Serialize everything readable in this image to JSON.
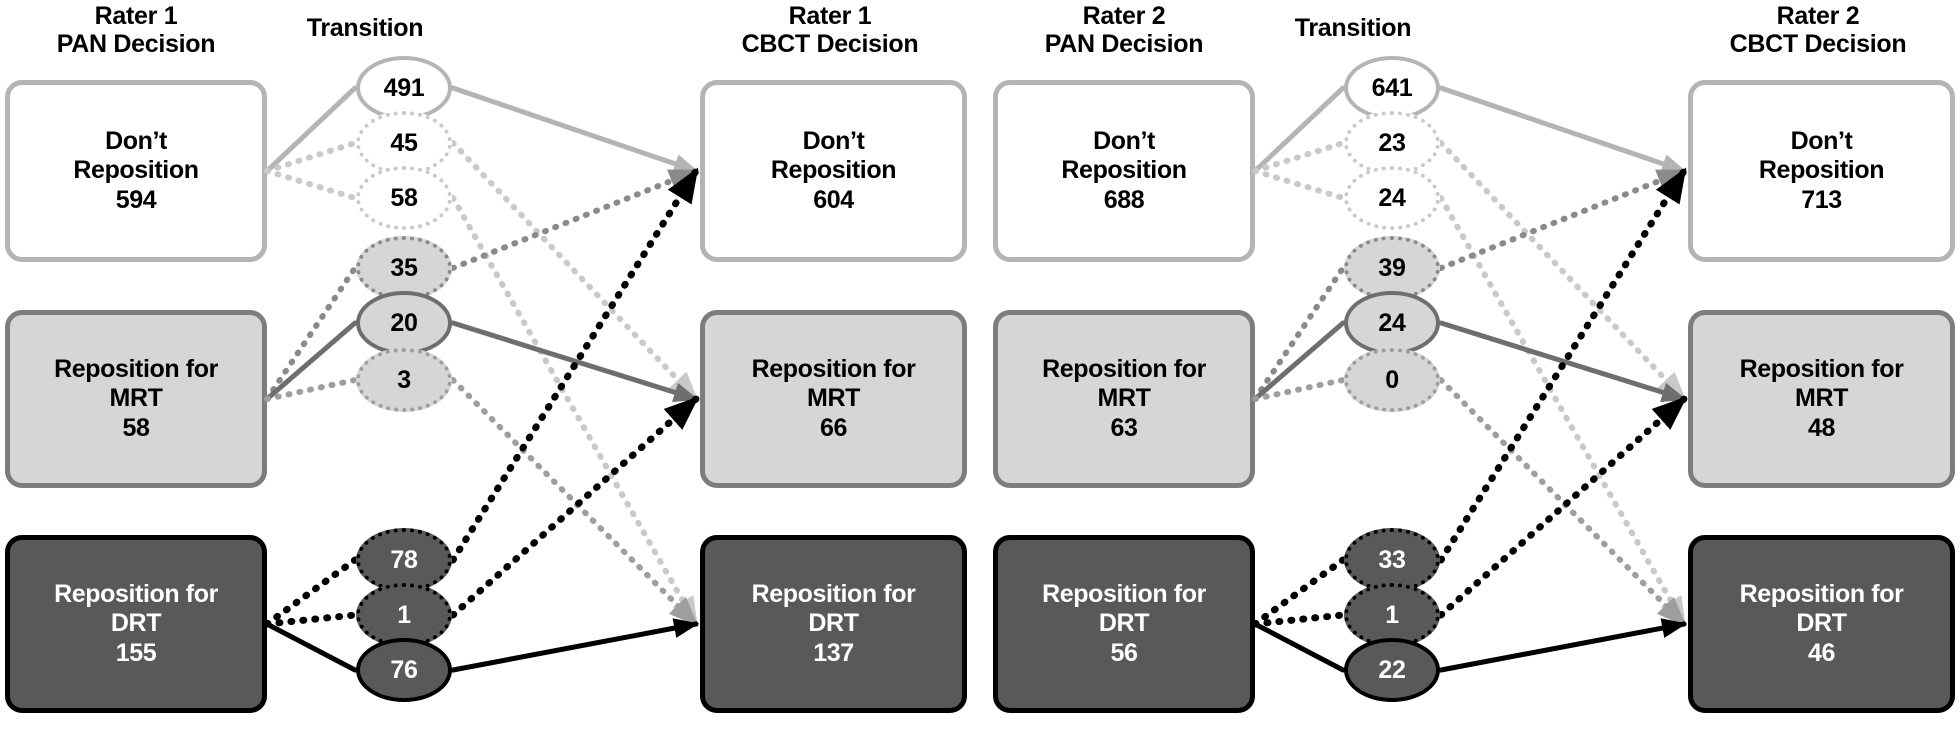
{
  "colors": {
    "light_gray_border": "#b4b4b4",
    "light_dotted": "#c9c9c9",
    "mid_gray_fill": "#d6d6d6",
    "mid_gray_border": "#6e6e6e",
    "dark_fill": "#595959",
    "black": "#000000",
    "white": "#ffffff"
  },
  "chart_data": {
    "type": "diagram",
    "title": "Rater PAN to CBCT decision transition diagram",
    "panels": [
      {
        "id": "rater1",
        "source_header": "Rater 1\nPAN Decision",
        "middle_header": "Transition",
        "target_header": "Rater 1\nCBCT Decision",
        "source_nodes": [
          {
            "label1": "Don’t",
            "label2": "Reposition",
            "count": "594",
            "style": "dontrep"
          },
          {
            "label1": "Reposition for",
            "label2": "MRT",
            "count": "58",
            "style": "mrt"
          },
          {
            "label1": "Reposition for",
            "label2": "DRT",
            "count": "155",
            "style": "drt"
          }
        ],
        "target_nodes": [
          {
            "label1": "Don’t",
            "label2": "Reposition",
            "count": "604",
            "style": "dontrep"
          },
          {
            "label1": "Reposition for",
            "label2": "MRT",
            "count": "66",
            "style": "mrt"
          },
          {
            "label1": "Reposition for",
            "label2": "DRT",
            "count": "137",
            "style": "drt"
          }
        ],
        "transitions": [
          {
            "value": "491",
            "from": 0,
            "to": 0,
            "style": "e-solid-light"
          },
          {
            "value": "45",
            "from": 0,
            "to": 1,
            "style": "e-dot-light"
          },
          {
            "value": "58",
            "from": 0,
            "to": 2,
            "style": "e-dot-light"
          },
          {
            "value": "35",
            "from": 1,
            "to": 0,
            "style": "e-dot-mid"
          },
          {
            "value": "20",
            "from": 1,
            "to": 1,
            "style": "e-solid-mid"
          },
          {
            "value": "3",
            "from": 1,
            "to": 2,
            "style": "e-dot-midl"
          },
          {
            "value": "78",
            "from": 2,
            "to": 0,
            "style": "e-dot-dark"
          },
          {
            "value": "1",
            "from": 2,
            "to": 1,
            "style": "e-dot-dark"
          },
          {
            "value": "76",
            "from": 2,
            "to": 2,
            "style": "e-solid-dark"
          }
        ]
      },
      {
        "id": "rater2",
        "source_header": "Rater 2\nPAN Decision",
        "middle_header": "Transition",
        "target_header": "Rater 2\nCBCT Decision",
        "source_nodes": [
          {
            "label1": "Don’t",
            "label2": "Reposition",
            "count": "688",
            "style": "dontrep"
          },
          {
            "label1": "Reposition for",
            "label2": "MRT",
            "count": "63",
            "style": "mrt"
          },
          {
            "label1": "Reposition for",
            "label2": "DRT",
            "count": "56",
            "style": "drt"
          }
        ],
        "target_nodes": [
          {
            "label1": "Don’t",
            "label2": "Reposition",
            "count": "713",
            "style": "dontrep"
          },
          {
            "label1": "Reposition for",
            "label2": "MRT",
            "count": "48",
            "style": "mrt"
          },
          {
            "label1": "Reposition for",
            "label2": "DRT",
            "count": "46",
            "style": "drt"
          }
        ],
        "transitions": [
          {
            "value": "641",
            "from": 0,
            "to": 0,
            "style": "e-solid-light"
          },
          {
            "value": "23",
            "from": 0,
            "to": 1,
            "style": "e-dot-light"
          },
          {
            "value": "24",
            "from": 0,
            "to": 2,
            "style": "e-dot-light"
          },
          {
            "value": "39",
            "from": 1,
            "to": 0,
            "style": "e-dot-mid"
          },
          {
            "value": "24",
            "from": 1,
            "to": 1,
            "style": "e-solid-mid"
          },
          {
            "value": "0",
            "from": 1,
            "to": 2,
            "style": "e-dot-midl"
          },
          {
            "value": "33",
            "from": 2,
            "to": 0,
            "style": "e-dot-dark"
          },
          {
            "value": "1",
            "from": 2,
            "to": 1,
            "style": "e-dot-dark"
          },
          {
            "value": "22",
            "from": 2,
            "to": 2,
            "style": "e-solid-dark"
          }
        ]
      }
    ]
  }
}
